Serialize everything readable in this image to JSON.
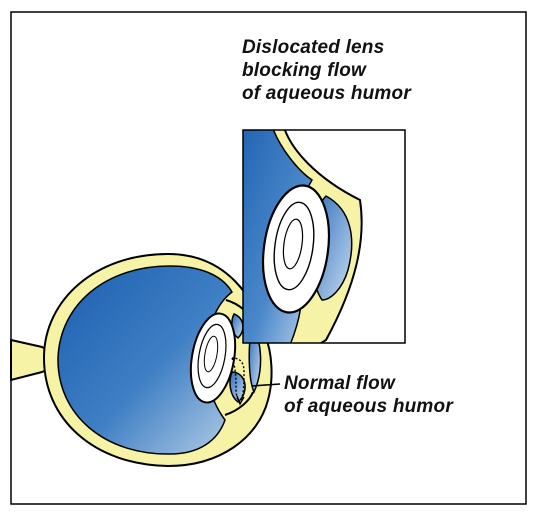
{
  "labels": {
    "dislocated": {
      "line1": "Dislocated lens",
      "line2": "blocking flow",
      "line3": "of aqueous humor"
    },
    "normal": {
      "line1": "Normal flow",
      "line2": "of aqueous humor"
    }
  },
  "colors": {
    "sclera": "#f6f3a6",
    "vitreous_dark": "#1c5fb0",
    "vitreous_light": "#b3cde6",
    "lens": "#ffffff",
    "outline": "#000000"
  }
}
